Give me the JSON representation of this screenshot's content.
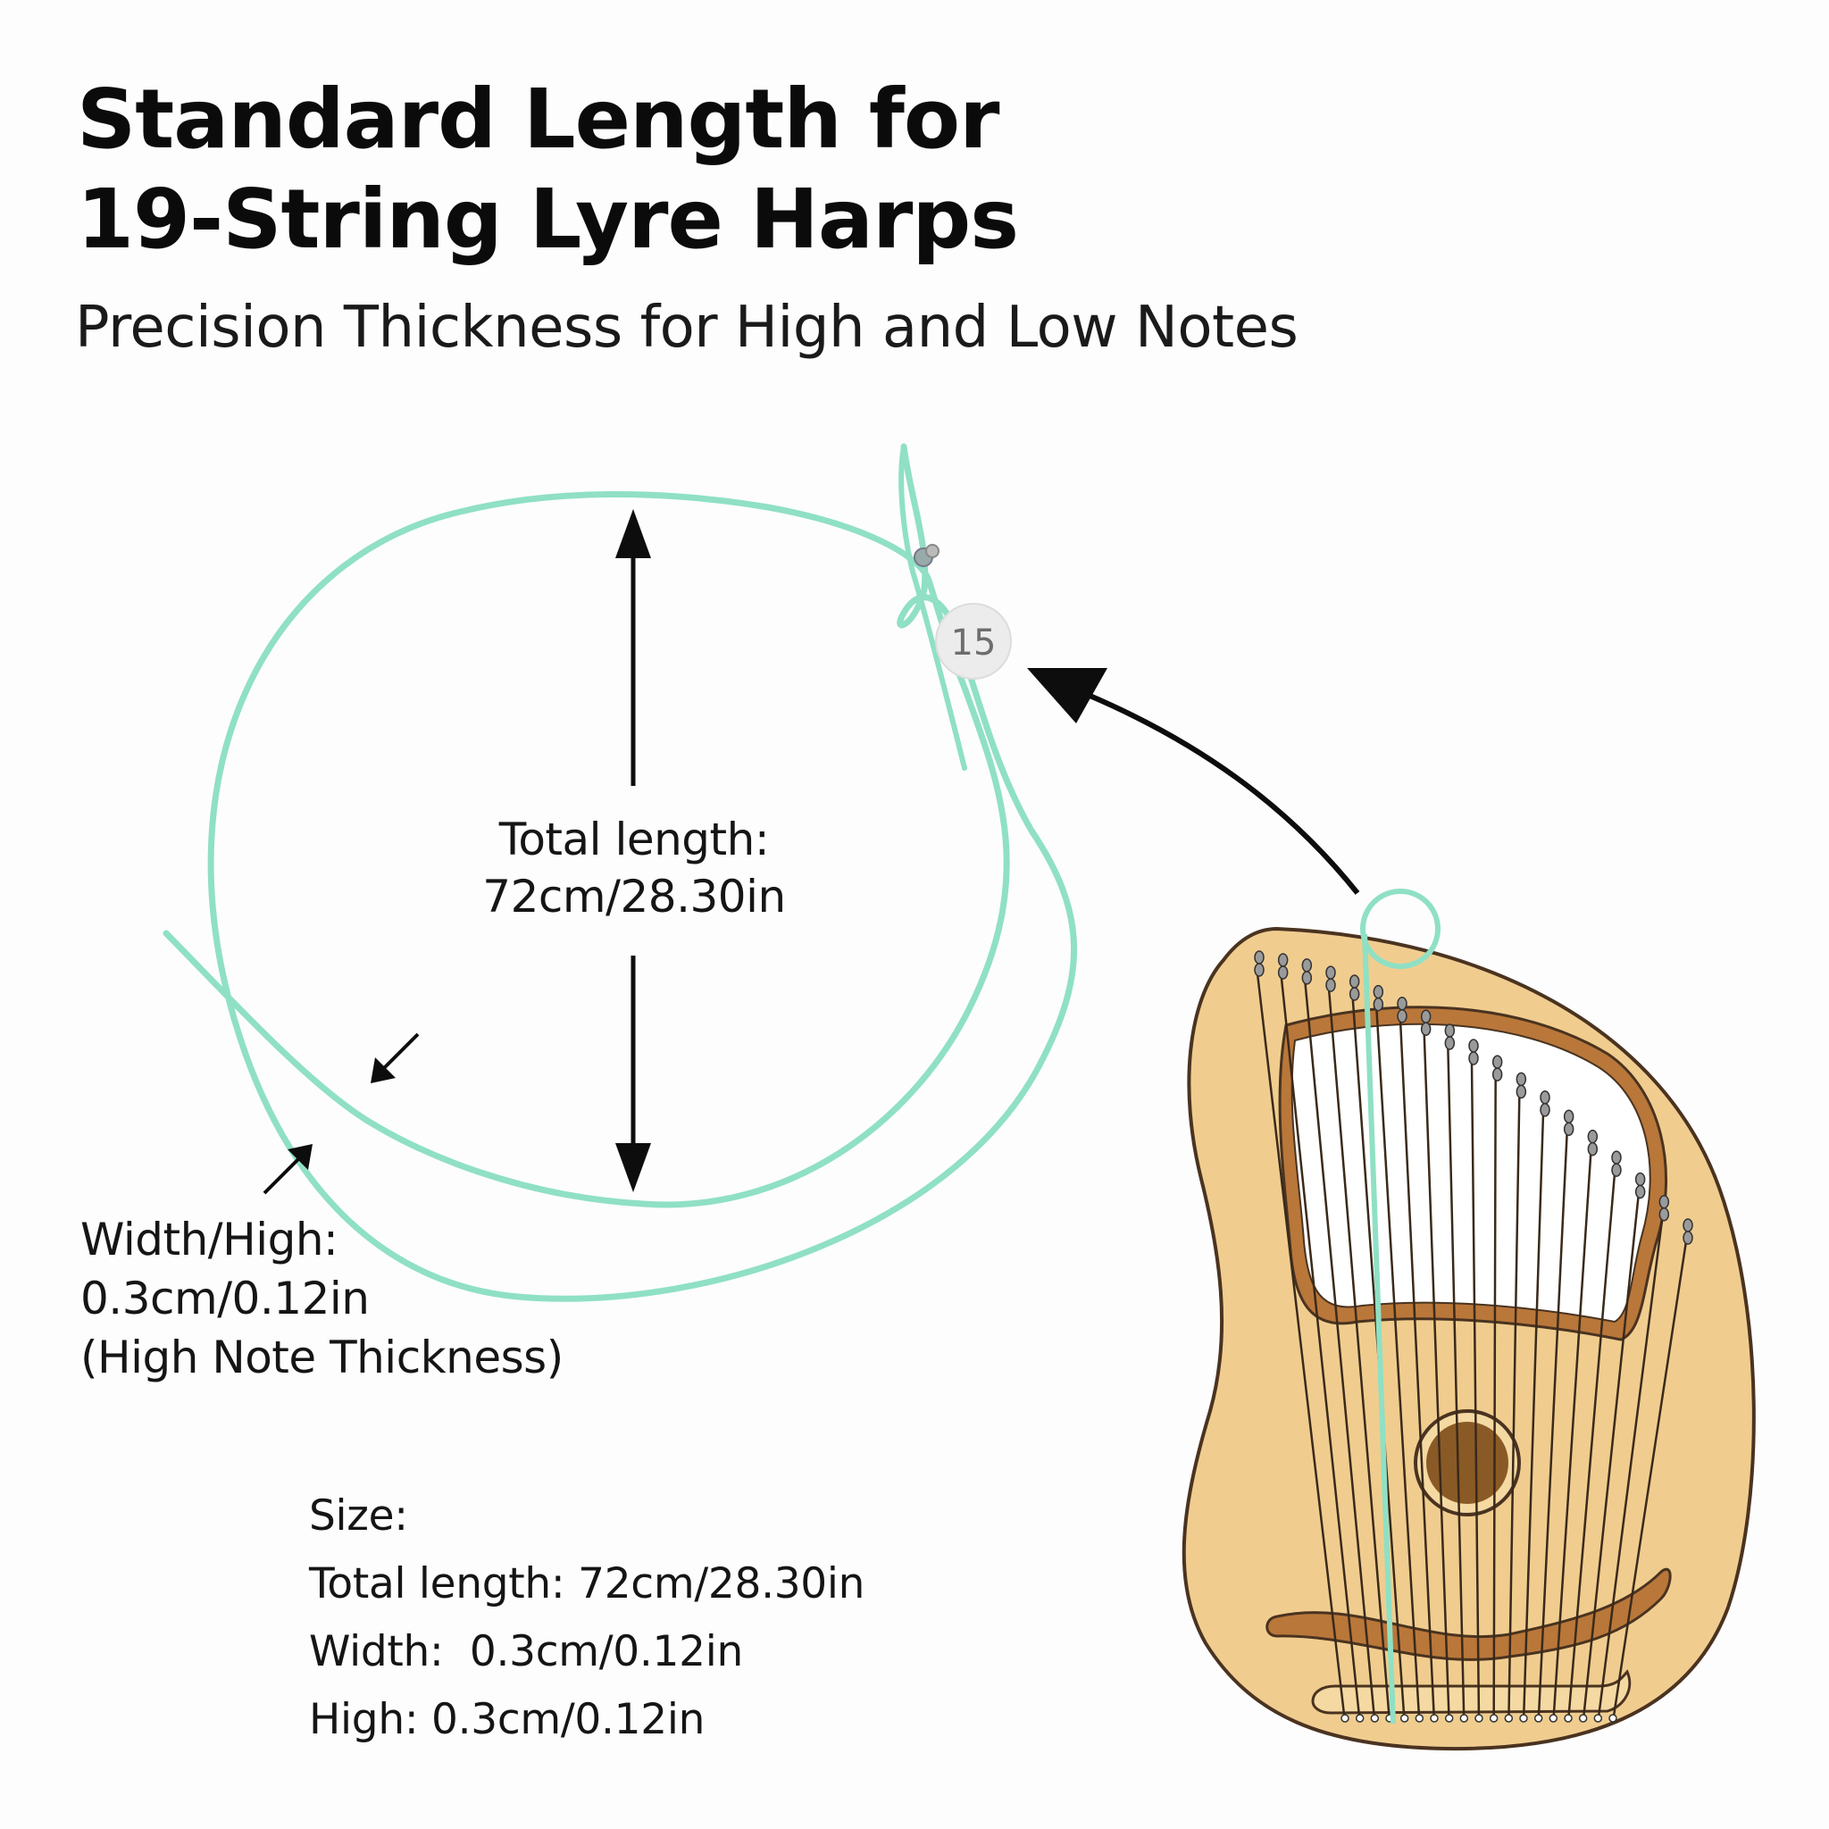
{
  "header": {
    "title_line1": "Standard Length for",
    "title_line2": "19-String Lyre Harps",
    "subtitle": "Precision Thickness for High and Low Notes"
  },
  "diagram": {
    "string_tag": "15",
    "total_length_label": "Total length:",
    "total_length_value": "72cm/28.30in",
    "width_label": "Width/High:",
    "width_value": "0.3cm/0.12in",
    "width_note": "(High Note Thickness)",
    "string_color": "#8fe0c4",
    "wood_color": "#f0cd8f",
    "wood_dark_color": "#b9773a",
    "soundhole_color": "#8a5a26"
  },
  "size_info": {
    "heading": "Size:",
    "length": "Total length: 72cm/28.30in",
    "width": "Width:  0.3cm/0.12in",
    "high": "High: 0.3cm/0.12in"
  }
}
